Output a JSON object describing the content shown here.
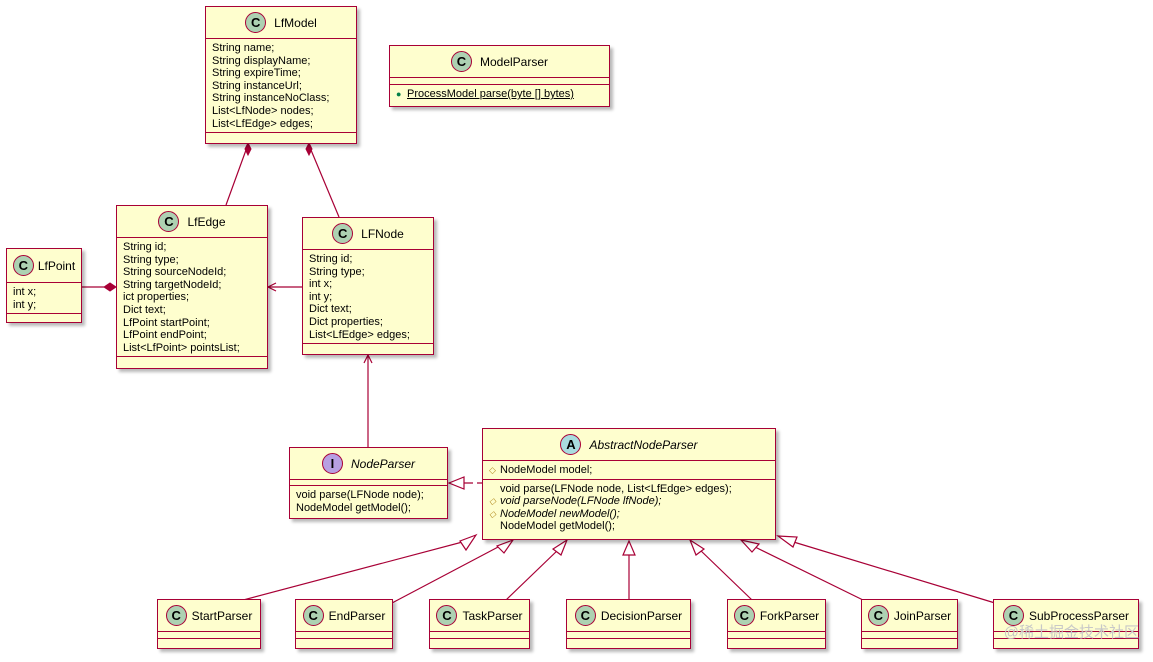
{
  "classes": {
    "lfmodel": {
      "kind": "C",
      "name": "LfModel",
      "fields": [
        "String name;",
        "String displayName;",
        "String expireTime;",
        "String instanceUrl;",
        "String instanceNoClass;",
        "List<LfNode> nodes;",
        "List<LfEdge> edges;"
      ]
    },
    "modelparser": {
      "kind": "C",
      "name": "ModelParser",
      "methods": [
        {
          "vis": "public",
          "text": "ProcessModel parse(byte [] bytes)",
          "underline": true
        }
      ]
    },
    "lfpoint": {
      "kind": "C",
      "name": "LfPoint",
      "fields": [
        "int x;",
        "int y;"
      ]
    },
    "lfedge": {
      "kind": "C",
      "name": "LfEdge",
      "fields": [
        "String id;",
        "String type;",
        "String sourceNodeId;",
        "String targetNodeId;",
        "ict properties;",
        "Dict text;",
        "LfPoint startPoint;",
        "LfPoint endPoint;",
        "List<LfPoint> pointsList;"
      ]
    },
    "lfnode": {
      "kind": "C",
      "name": "LFNode",
      "fields": [
        "String id;",
        "String type;",
        "int x;",
        "int y;",
        "Dict text;",
        "Dict properties;",
        "List<LfEdge> edges;"
      ]
    },
    "nodeparser": {
      "kind": "I",
      "name": "NodeParser",
      "methods": [
        "void parse(LFNode node);",
        "NodeModel getModel();"
      ]
    },
    "abstractnodeparser": {
      "kind": "A",
      "name": "AbstractNodeParser",
      "fields": [
        {
          "vis": "protected",
          "text": "NodeModel model;"
        }
      ],
      "methods": [
        {
          "vis": "",
          "text": "void parse(LFNode node, List<LfEdge> edges);",
          "italic": false
        },
        {
          "vis": "protected",
          "text": "void parseNode(LFNode lfNode);",
          "italic": true
        },
        {
          "vis": "protected",
          "text": "NodeModel newModel();",
          "italic": true
        },
        {
          "vis": "",
          "text": "NodeModel getModel();",
          "italic": false
        }
      ]
    },
    "startparser": {
      "kind": "C",
      "name": "StartParser"
    },
    "endparser": {
      "kind": "C",
      "name": "EndParser"
    },
    "taskparser": {
      "kind": "C",
      "name": "TaskParser"
    },
    "decisionparser": {
      "kind": "C",
      "name": "DecisionParser"
    },
    "forkparser": {
      "kind": "C",
      "name": "ForkParser"
    },
    "joinparser": {
      "kind": "C",
      "name": "JoinParser"
    },
    "subprocessparser": {
      "kind": "C",
      "name": "SubProcessParser"
    }
  },
  "relations": [
    {
      "type": "composition",
      "whole": "LfModel",
      "part": "LfEdge"
    },
    {
      "type": "composition",
      "whole": "LfModel",
      "part": "LFNode"
    },
    {
      "type": "composition",
      "whole": "LfEdge",
      "part": "LfPoint"
    },
    {
      "type": "association",
      "from": "LFNode",
      "to": "LfEdge"
    },
    {
      "type": "association",
      "from": "NodeParser",
      "to": "LFNode"
    },
    {
      "type": "realization",
      "from": "AbstractNodeParser",
      "to": "NodeParser"
    },
    {
      "type": "inheritance",
      "from": "StartParser",
      "to": "AbstractNodeParser"
    },
    {
      "type": "inheritance",
      "from": "EndParser",
      "to": "AbstractNodeParser"
    },
    {
      "type": "inheritance",
      "from": "TaskParser",
      "to": "AbstractNodeParser"
    },
    {
      "type": "inheritance",
      "from": "DecisionParser",
      "to": "AbstractNodeParser"
    },
    {
      "type": "inheritance",
      "from": "ForkParser",
      "to": "AbstractNodeParser"
    },
    {
      "type": "inheritance",
      "from": "JoinParser",
      "to": "AbstractNodeParser"
    },
    {
      "type": "inheritance",
      "from": "SubProcessParser",
      "to": "AbstractNodeParser"
    }
  ],
  "watermark": "@稀土掘金技术社区",
  "colors": {
    "border": "#A80036",
    "fill": "#FEFECE",
    "class_badge": "#ADD1B2",
    "abstract_badge": "#A9DCDF",
    "interface_badge": "#B7A0E2"
  }
}
